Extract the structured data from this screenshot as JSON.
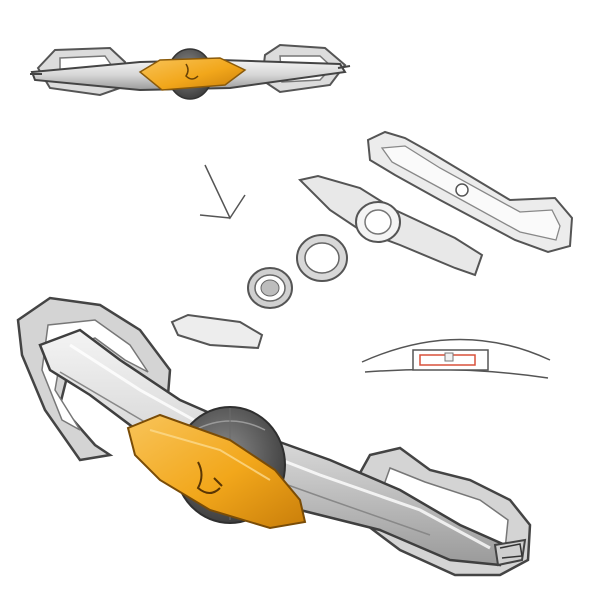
{
  "sketch": {
    "views": [
      "small-top-view",
      "exploded-view",
      "section-detail",
      "perspective-view"
    ],
    "colors": {
      "paper": "#ffffff",
      "ink": "#4a4a4a",
      "metal_light": "#eeeeee",
      "metal_mid": "#c9c9c9",
      "metal_dark": "#8a8a8a",
      "accent_orange": "#f2a71b",
      "accent_orange_dark": "#c97e0a",
      "hub_dark": "#5a5a5a",
      "section_red": "#d9503a"
    },
    "icons": [
      "hook-logo-icon"
    ]
  }
}
